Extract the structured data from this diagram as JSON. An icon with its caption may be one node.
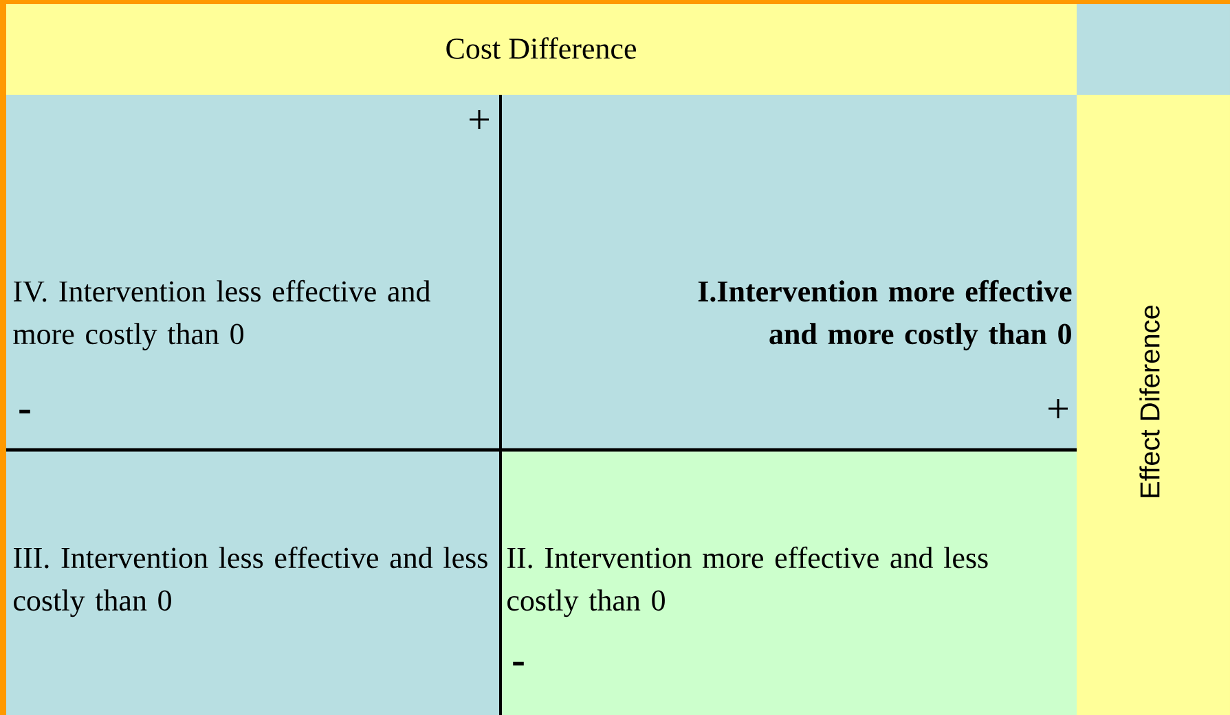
{
  "diagram": {
    "nodes": [
      {
        "text": [
          "Cost Difference"
        ]
      },
      {
        "text": [
          "IV. Intervention less effective and more costly than 0"
        ]
      },
      {
        "text": [
          "I.Intervention more effective and more costly than 0"
        ]
      },
      {
        "text": [
          "III. Intervention less effective and less costly than 0"
        ]
      },
      {
        "text": [
          "II. Intervention more effective and less costly than 0"
        ]
      },
      {
        "text": [
          "Effect Diference"
        ]
      }
    ],
    "labels": [
      "+",
      "-",
      "+",
      "-"
    ]
  }
}
